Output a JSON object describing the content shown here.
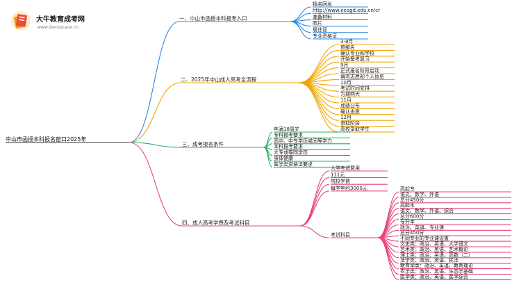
{
  "logo": {
    "name": "大牛教育成考网",
    "url": "www.daniuscaoo.cn"
  },
  "root": "中山市函授本科报名窗口2025年",
  "colors": {
    "b1": "#2e86de",
    "b2": "#f0a500",
    "b3": "#27ae60",
    "b4": "#e8437a",
    "b4sub": "#e8437a"
  },
  "branches": [
    {
      "label": "一、中山市函授本科报考入口",
      "leaves": [
        "报名网址",
        "http://www.eeagd.edu.cn/cr",
        "准备材料",
        "照片",
        "居住证",
        "专业资格证"
      ]
    },
    {
      "label": "二、2025年中山成人高考全流程",
      "leaves": [
        "3-8月",
        "预报名",
        "确认专业和学校",
        "开始备考复习",
        "9月",
        "正式报名阶段启动",
        "填写志愿和个人信息",
        "10月",
        "考试时间安排",
        "为期两天",
        "11月",
        "成绩公布",
        "确认志愿",
        "12月",
        "录取阶段",
        "高校录取学生"
      ]
    },
    {
      "label": "三、成考报名条件",
      "leaves": [
        "年满18周岁",
        "专科报考要求",
        "高中、中专学历或同等学力",
        "本科报考要求",
        "大专或等同学历",
        "身体健康",
        "医学类资格证要求"
      ]
    },
    {
      "label": "四、成人高考学费及考试科目",
      "leaves": [
        "入学考试费用",
        "111元",
        "院校学费",
        "每学年约3000元"
      ],
      "sub": {
        "label": "考试科目",
        "leaves": [
          "高起专",
          "语文、数学、外语",
          "总分450分",
          "高起本",
          "语文、数学、外语、综合",
          "总分600分",
          "专升本",
          "政治、英语、专业课",
          "总分450分",
          "不同专业的专业课设置",
          "文史类：政治、英语、大学语文",
          "艺术类：政治、英语、艺术概论",
          "理工类：政治、英语、高数（二）",
          "法学类：政治、英语、民法",
          "教育学类：政治、英语、教育理论",
          "农学类：政治、英语、生态学基础",
          "医学类：政治、英语、医学综合"
        ]
      }
    }
  ]
}
